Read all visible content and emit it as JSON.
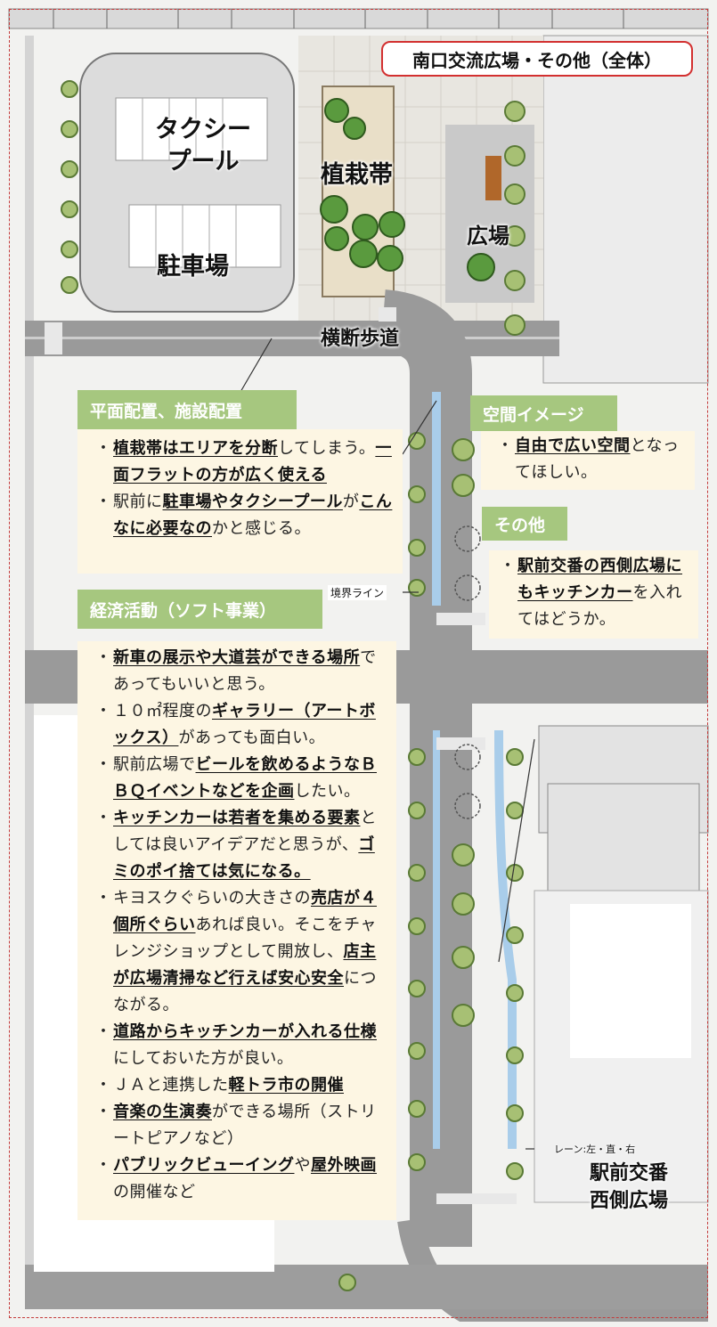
{
  "page_title": "南口交流広場・その他（全体）",
  "map_labels": {
    "taxi_pool": "タクシー\nプール",
    "planting_zone": "植栽帯",
    "plaza": "広場",
    "parking": "駐車場",
    "crosswalk": "横断歩道",
    "boundary_line": "境界ライン",
    "lane": "レーン:左・直・右",
    "west_plaza": "駅前交番\n西側広場"
  },
  "notes": {
    "layout": {
      "tag": "平面配置、施設配置",
      "items": [
        [
          {
            "t": "植栽帯はエリアを分断",
            "b": true
          },
          {
            "t": "してしまう。"
          },
          {
            "t": "一面フラットの方が広く使える",
            "b": true
          }
        ],
        [
          {
            "t": "駅前に"
          },
          {
            "t": "駐車場やタクシープール",
            "b": true
          },
          {
            "t": "が"
          },
          {
            "t": "こんなに必要なの",
            "b": true
          },
          {
            "t": "かと感じる。"
          }
        ]
      ]
    },
    "space": {
      "tag": "空間イメージ",
      "items": [
        [
          {
            "t": "自由で広い空間",
            "b": true
          },
          {
            "t": "となってほしい。"
          }
        ]
      ]
    },
    "other": {
      "tag": "その他",
      "items": [
        [
          {
            "t": "駅前交番の西側広場にもキッチンカー",
            "b": true
          },
          {
            "t": "を入れてはどうか。"
          }
        ]
      ]
    },
    "economy": {
      "tag": "経済活動（ソフト事業）",
      "items": [
        [
          {
            "t": "新車の展示や大道芸ができる場所",
            "b": true
          },
          {
            "t": "であってもいいと思う。"
          }
        ],
        [
          {
            "t": "１０㎡程度の"
          },
          {
            "t": "ギャラリー（アートボックス）",
            "b": true
          },
          {
            "t": "があっても面白い。"
          }
        ],
        [
          {
            "t": "駅前広場で"
          },
          {
            "t": "ビールを飲めるようなＢＢＱイベントなどを企画",
            "b": true
          },
          {
            "t": "したい。"
          }
        ],
        [
          {
            "t": "キッチンカーは若者を集める要素",
            "b": true
          },
          {
            "t": "としては良いアイデアだと思うが、"
          },
          {
            "t": "ゴミのポイ捨ては気になる。",
            "b": true
          }
        ],
        [
          {
            "t": "キヨスクぐらいの大きさの"
          },
          {
            "t": "売店が４個所ぐらい",
            "b": true
          },
          {
            "t": "あれば良い。そこをチャレンジショップとして開放し、"
          },
          {
            "t": "店主が広場清掃など行えば安心安全",
            "b": true
          },
          {
            "t": "につながる。"
          }
        ],
        [
          {
            "t": "道路からキッチンカーが入れる仕様",
            "b": true
          },
          {
            "t": "にしておいた方が良い。"
          }
        ],
        [
          {
            "t": "ＪＡと連携した"
          },
          {
            "t": "軽トラ市の開催",
            "b": true
          }
        ],
        [
          {
            "t": "音楽の生演奏",
            "b": true
          },
          {
            "t": "ができる場所（ストリートピアノなど）"
          }
        ],
        [
          {
            "t": "パブリックビューイング",
            "b": true
          },
          {
            "t": "や"
          },
          {
            "t": "屋外映画",
            "b": true
          },
          {
            "t": "の開催など"
          }
        ]
      ]
    }
  },
  "colors": {
    "frame": "#c43b3b",
    "tag_green": "#a6c77f",
    "note_bg": "#fdf6e3",
    "road": "#8e8e8e",
    "water": "#a9cdea",
    "tree": "#5a9a3e"
  }
}
